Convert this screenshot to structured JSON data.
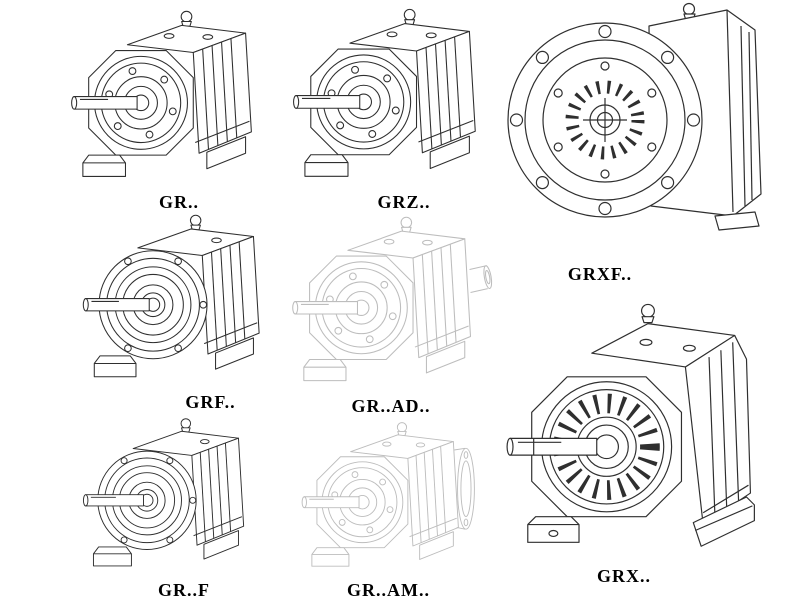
{
  "colors": {
    "background": "#ffffff",
    "line": "#2f2f2f",
    "ghost_line": "#bdbdbd",
    "label_text": "#000000"
  },
  "figures": [
    {
      "label": "GR..",
      "style": "solid"
    },
    {
      "label": "GRZ..",
      "style": "solid"
    },
    {
      "label": "GRXF..",
      "style": "solid"
    },
    {
      "label": "GRF..",
      "style": "solid"
    },
    {
      "label": "GR..AD..",
      "style": "ghost"
    },
    {
      "label": "GR..F",
      "style": "solid"
    },
    {
      "label": "GR..AM..",
      "style": "ghost"
    },
    {
      "label": "GRX..",
      "style": "solid"
    }
  ]
}
